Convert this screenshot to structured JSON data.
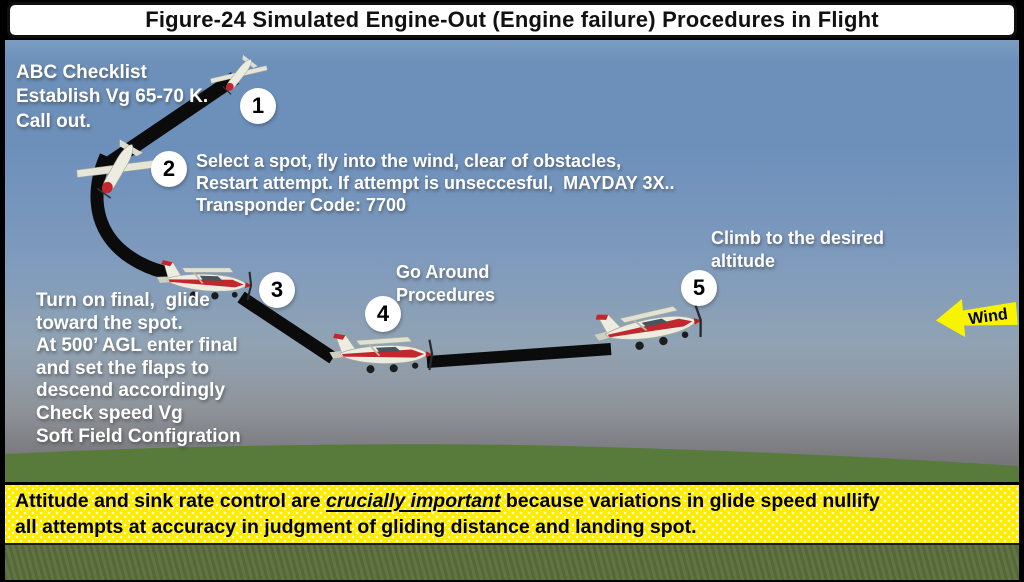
{
  "header": {
    "title": "Figure-24 Simulated Engine-Out (Engine failure) Procedures in Flight"
  },
  "steps": [
    {
      "number": "1",
      "note": "ABC Checklist\nEstablish Vg 65-70 K.\nCall out."
    },
    {
      "number": "2",
      "note": "Select a spot, fly into the wind, clear of obstacles,\nRestart attempt. If attempt is unseccesful,  MAYDAY 3X..\nTransponder Code: 7700"
    },
    {
      "number": "3",
      "note": "Turn on final,  glide\ntoward the spot.\nAt 500’ AGL enter final\nand set the flaps to\ndescend accordingly\nCheck speed Vg\nSoft Field Configration"
    },
    {
      "number": "4",
      "note": "Go Around\nProcedures"
    },
    {
      "number": "5",
      "note": "Climb to the desired\naltitude"
    }
  ],
  "wind": {
    "label": "Wind"
  },
  "footer": {
    "line1_before": "Attitude and sink rate control are ",
    "line1_emphasis": "crucially important",
    "line1_after": " because variations in glide speed nullify",
    "line2": "all attempts at accuracy in judgment of gliding distance and landing spot."
  },
  "colors": {
    "sky_top": "#6d90bb",
    "horizon_gray": "#77767b",
    "ground_green": "#587a3b",
    "grass_dark": "#5c6e3c",
    "banner_yellow": "#ffec00",
    "path_black": "#0b0b0b",
    "wind_arrow_yellow": "#f8f400",
    "badge_bg": "#ffffff",
    "accent_red": "#c1272d"
  }
}
